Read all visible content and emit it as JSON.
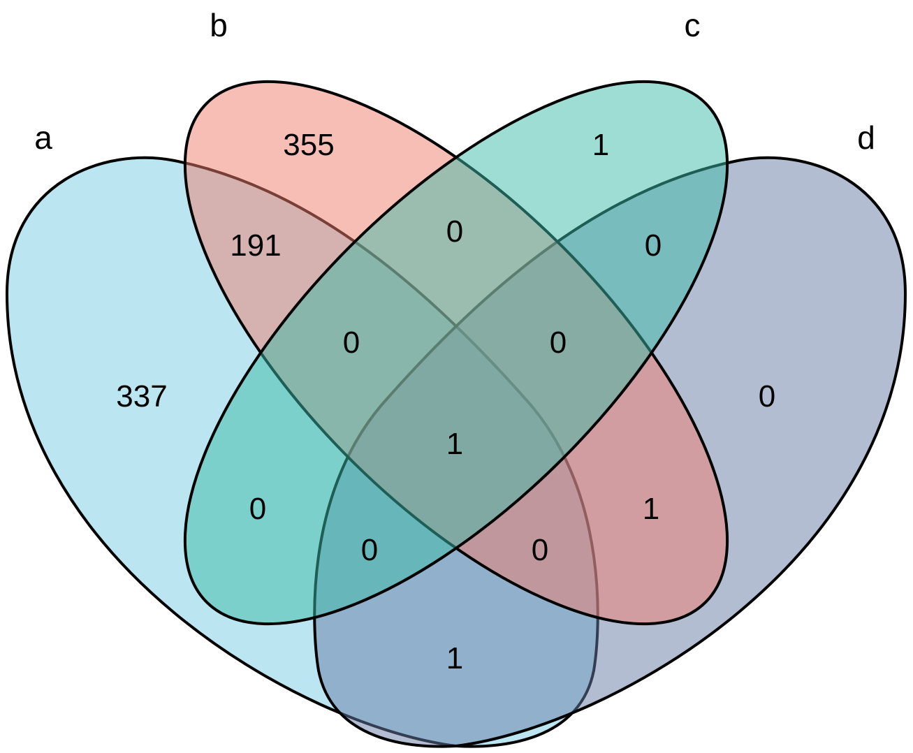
{
  "sets": [
    {
      "id": "a",
      "label": "a",
      "color": "#76CCE3"
    },
    {
      "id": "b",
      "label": "b",
      "color": "#F07D6E"
    },
    {
      "id": "c",
      "label": "c",
      "color": "#3EBCA8"
    },
    {
      "id": "d",
      "label": "d",
      "color": "#667BA6"
    }
  ],
  "regions": {
    "a": "337",
    "b": "355",
    "c": "1",
    "d": "0",
    "ab": "191",
    "bc": "0",
    "cd": "0",
    "ac": "0",
    "bd": "1",
    "ad": "1",
    "abc": "0",
    "bcd": "0",
    "acd": "0",
    "abd": "0",
    "abcd": "1"
  }
}
